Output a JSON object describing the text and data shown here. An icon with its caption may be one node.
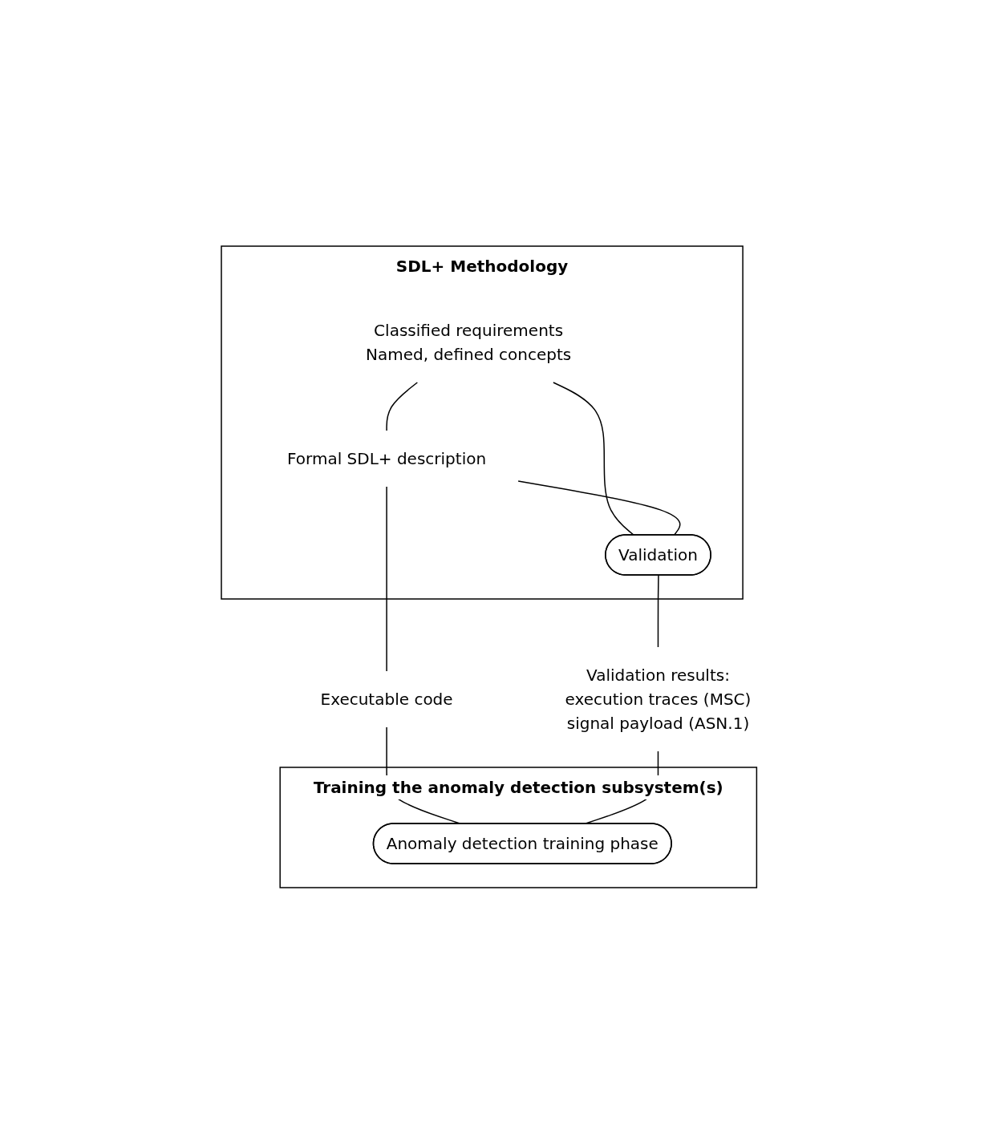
{
  "diagram": {
    "nodes": [
      {
        "text": [
          "SDL+ Methodology"
        ]
      },
      {
        "text": [
          "Classified requirements",
          "Named, defined concepts"
        ],
        "in": 0
      },
      {
        "text": [
          "Formal SDL+ description"
        ],
        "in": 0
      },
      {
        "text": [
          "Validation"
        ],
        "in": 0
      },
      {
        "text": [
          "Executable code"
        ]
      },
      {
        "text": [
          "Validation results:",
          "execution traces (MSC)",
          "signal payload (ASN.1)"
        ]
      },
      {
        "text": [
          "Training the anomaly detection subsystem(s)"
        ]
      },
      {
        "text": [
          "Anomaly detection training phase"
        ],
        "in": 6
      }
    ],
    "edges": [
      {
        "from": 1,
        "to": 2,
        "arrow": "none"
      },
      {
        "from": 1,
        "to": 3,
        "arrow": "none"
      },
      {
        "from": 2,
        "to": 3,
        "arrow": "none"
      },
      {
        "from": 2,
        "to": 4,
        "arrow": "none"
      },
      {
        "from": 3,
        "to": 5,
        "arrow": "none"
      },
      {
        "from": 4,
        "to": 7,
        "arrow": "none"
      },
      {
        "from": 5,
        "to": 7,
        "arrow": "none"
      }
    ]
  }
}
